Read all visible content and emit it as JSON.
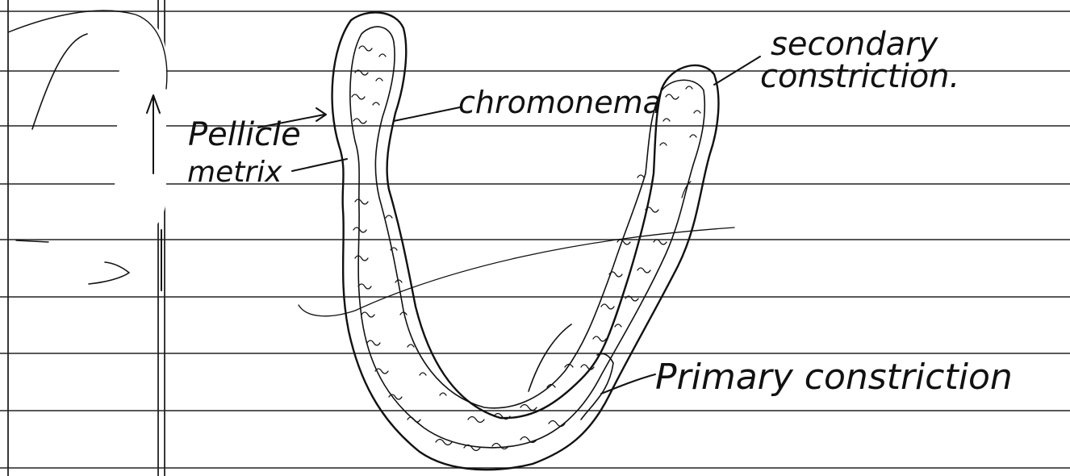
{
  "diagram": {
    "labels": {
      "pellicle": "Pellicle",
      "matrix": "metrix",
      "chromonema": "chromonema",
      "secondary_line1": "secondary",
      "secondary_line2": "constriction.",
      "primary": "Primary constriction"
    }
  },
  "colors": {
    "paper": "#ffffff",
    "rule_line": "#222222",
    "ink": "#111111"
  }
}
